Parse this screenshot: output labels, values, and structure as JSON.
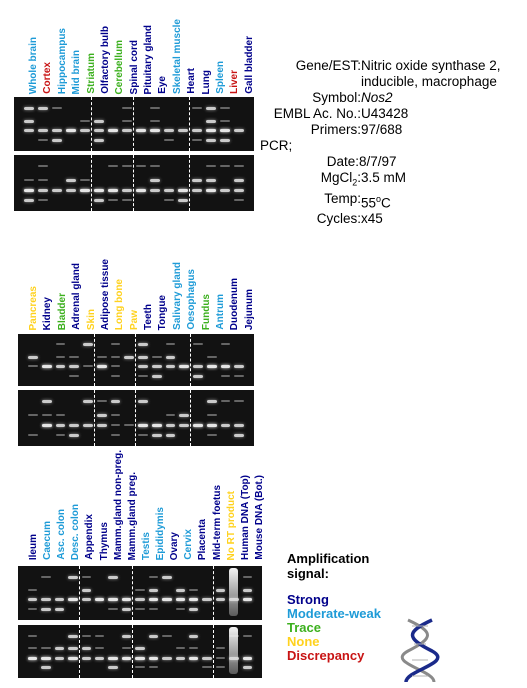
{
  "colors": {
    "strong": "#00008b",
    "moderate_weak": "#1e9bd7",
    "trace": "#3cb01e",
    "none": "#ffd21e",
    "discrepancy": "#c81414"
  },
  "info": {
    "gene_key": "Gene/EST:",
    "gene_value_line1": "Nitric oxide synthase 2,",
    "gene_value_line2": "inducible, macrophage",
    "symbol_key": "Symbol:",
    "symbol_value": "Nos2",
    "embl_key": "EMBL Ac. No.:",
    "embl_value": "U43428",
    "primers_key": "Primers:",
    "primers_value": "97/688",
    "pcr_label": "PCR;",
    "date_key": "Date:",
    "date_value": "8/7/97",
    "mgcl_key": "MgCl",
    "mgcl_sub": "2",
    "mgcl_colon": ":",
    "mgcl_value": "3.5 mM",
    "temp_key": "Temp:",
    "temp_value": "55",
    "temp_sup": "o",
    "temp_unit": "C",
    "cycles_key": "Cycles:",
    "cycles_value": "x45"
  },
  "legend": {
    "title_line1": "Amplification",
    "title_line2": "signal:",
    "strong": "Strong",
    "moderate_weak": "Moderate-weak",
    "trace": "Trace",
    "none": "None",
    "discrepancy": "Discrepancy"
  },
  "panels": [
    {
      "lanes": [
        {
          "label": "Whole brain",
          "signal": "moderate_weak"
        },
        {
          "label": "Cortex",
          "signal": "discrepancy"
        },
        {
          "label": "Hippocampus",
          "signal": "moderate_weak"
        },
        {
          "label": "Mid brain",
          "signal": "moderate_weak"
        },
        {
          "label": "Striatum",
          "signal": "trace"
        },
        {
          "label": "Olfactory bulb",
          "signal": "strong"
        },
        {
          "label": "Cerebellum",
          "signal": "trace"
        },
        {
          "label": "Spinal cord",
          "signal": "strong"
        },
        {
          "label": "Pituitary gland",
          "signal": "strong"
        },
        {
          "label": "Eye",
          "signal": "strong"
        },
        {
          "label": "Skeletal muscle",
          "signal": "moderate_weak"
        },
        {
          "label": "Heart",
          "signal": "strong"
        },
        {
          "label": "Lung",
          "signal": "strong"
        },
        {
          "label": "Spleen",
          "signal": "moderate_weak"
        },
        {
          "label": "Liver",
          "signal": "discrepancy"
        },
        {
          "label": "Gall bladder",
          "signal": "strong"
        }
      ]
    },
    {
      "lanes": [
        {
          "label": "Pancreas",
          "signal": "none"
        },
        {
          "label": "Kidney",
          "signal": "strong"
        },
        {
          "label": "Bladder",
          "signal": "trace"
        },
        {
          "label": "Adrenal gland",
          "signal": "strong"
        },
        {
          "label": "Skin",
          "signal": "none"
        },
        {
          "label": "Adipose tissue",
          "signal": "strong"
        },
        {
          "label": "Long bone",
          "signal": "none"
        },
        {
          "label": "Paw",
          "signal": "none"
        },
        {
          "label": "Teeth",
          "signal": "strong"
        },
        {
          "label": "Tongue",
          "signal": "strong"
        },
        {
          "label": "Salivary gland",
          "signal": "moderate_weak"
        },
        {
          "label": "Oesophagus",
          "signal": "moderate_weak"
        },
        {
          "label": "Fundus",
          "signal": "trace"
        },
        {
          "label": "Antrum",
          "signal": "moderate_weak"
        },
        {
          "label": "Duodenum",
          "signal": "strong"
        },
        {
          "label": "Jejunum",
          "signal": "strong"
        }
      ]
    },
    {
      "lanes": [
        {
          "label": "Ileum",
          "signal": "strong"
        },
        {
          "label": "Caecum",
          "signal": "moderate_weak"
        },
        {
          "label": "Asc. colon",
          "signal": "moderate_weak"
        },
        {
          "label": "Desc. colon",
          "signal": "moderate_weak"
        },
        {
          "label": "Appendix",
          "signal": "strong"
        },
        {
          "label": "Thymus",
          "signal": "strong"
        },
        {
          "label": "Mamm.gland non-preg.",
          "signal": "strong"
        },
        {
          "label": "Mamm.gland preg.",
          "signal": "strong"
        },
        {
          "label": "Testis",
          "signal": "moderate_weak"
        },
        {
          "label": "Epididymis",
          "signal": "moderate_weak"
        },
        {
          "label": "Ovary",
          "signal": "strong"
        },
        {
          "label": "Cervix",
          "signal": "moderate_weak"
        },
        {
          "label": "Placenta",
          "signal": "strong"
        },
        {
          "label": "Mid-term foetus",
          "signal": "strong"
        },
        {
          "label": "No RT product",
          "signal": "none"
        },
        {
          "label": "Human DNA (Top)",
          "signal": "strong"
        },
        {
          "label": "Mouse DNA (Bot.)",
          "signal": "strong"
        }
      ]
    }
  ]
}
